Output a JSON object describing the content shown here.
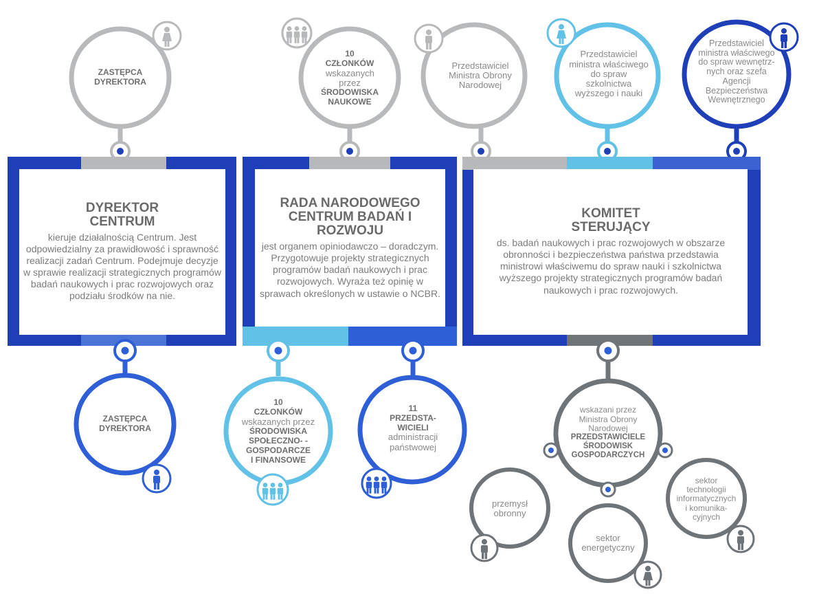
{
  "colors": {
    "navy": "#1e3fb8",
    "blue": "#2f5fd6",
    "mid_blue": "#4a74d6",
    "light_blue": "#62c1e6",
    "gray": "#b7b9bb",
    "dark_gray": "#6f7478",
    "white": "#ffffff"
  },
  "icons": {
    "person": "person-icon",
    "woman": "woman-icon",
    "group": "group-icon",
    "connector": "connector-dot-icon"
  },
  "boxes": {
    "dyrektor": {
      "title": "DYREKTOR CENTRUM",
      "body": "kieruje działalnością Centrum. Jest odpowiedzialny za prawidłowość i sprawność realizacji zadań Centrum. Podejmuje decyzje w sprawie realizacji strategicznych programów badań naukowych i prac rozwojowych oraz podziału środków na nie."
    },
    "rada": {
      "title": "RADA NARODOWEGO CENTRUM BADAŃ I ROZWOJU",
      "body": "jest organem opiniodawczo – doradczym. Przygotowuje projekty strategicznych programów badań naukowych i prac rozwojowych. Wyraża też opinię w sprawach określonych w ustawie o NCBR."
    },
    "komitet": {
      "title": "KOMITET STERUJĄCY",
      "body": "ds. badań naukowych i prac rozwojowych w obszarze obronności i bezpieczeństwa państwa przedstawia ministrowi właściwemu do spraw nauki i szkolnictwa wyższego projekty strategicznych programów badań naukowych i prac rozwojowych."
    }
  },
  "circles": {
    "zastepca_top": {
      "title": "ZASTĘPCA DYREKTORA"
    },
    "czlonkow_naukowe": {
      "number": "10",
      "title1": "CZŁONKÓW",
      "body": "wskazanych przez",
      "title2": "ŚRODOWISKA NAUKOWE"
    },
    "mon": {
      "body": "Przedstawiciel Ministra Obrony Narodowej"
    },
    "nauka": {
      "body": "Przedstawiciel ministra właściwego do spraw szkolnictwa wyższego i nauki"
    },
    "mswia": {
      "body": "Przedstawiciel ministra właściwego do spraw wewnętrz-nych oraz szefa Agencji Bezpieczeństwa Wewnętrznego"
    },
    "zastepca_bottom": {
      "title": "ZASTĘPCA DYREKTORA"
    },
    "czlonkow_spoleczne": {
      "number": "10",
      "title1": "CZŁONKÓW",
      "body": "wskazanych przez",
      "title2": "ŚRODOWISKA SPOŁECZNO- -GOSPODARCZE I FINANSOWE"
    },
    "przedstawicieli": {
      "number": "11",
      "title": "PRZEDSTA- WICIELI",
      "body": "administracji państwowej"
    },
    "gospodarczy": {
      "body": "wskazani przez Ministra Obrony Narodowej",
      "title": "PRZEDSTAWICIELE ŚRODOWISK GOSPODARCZYCH"
    },
    "przemysl": {
      "body": "przemysł obronny"
    },
    "energetyczny": {
      "body": "sektor energetyczny"
    },
    "teleinformatyczny": {
      "body": "sektor technologii informatycznych i komunika- cyjnych"
    }
  }
}
